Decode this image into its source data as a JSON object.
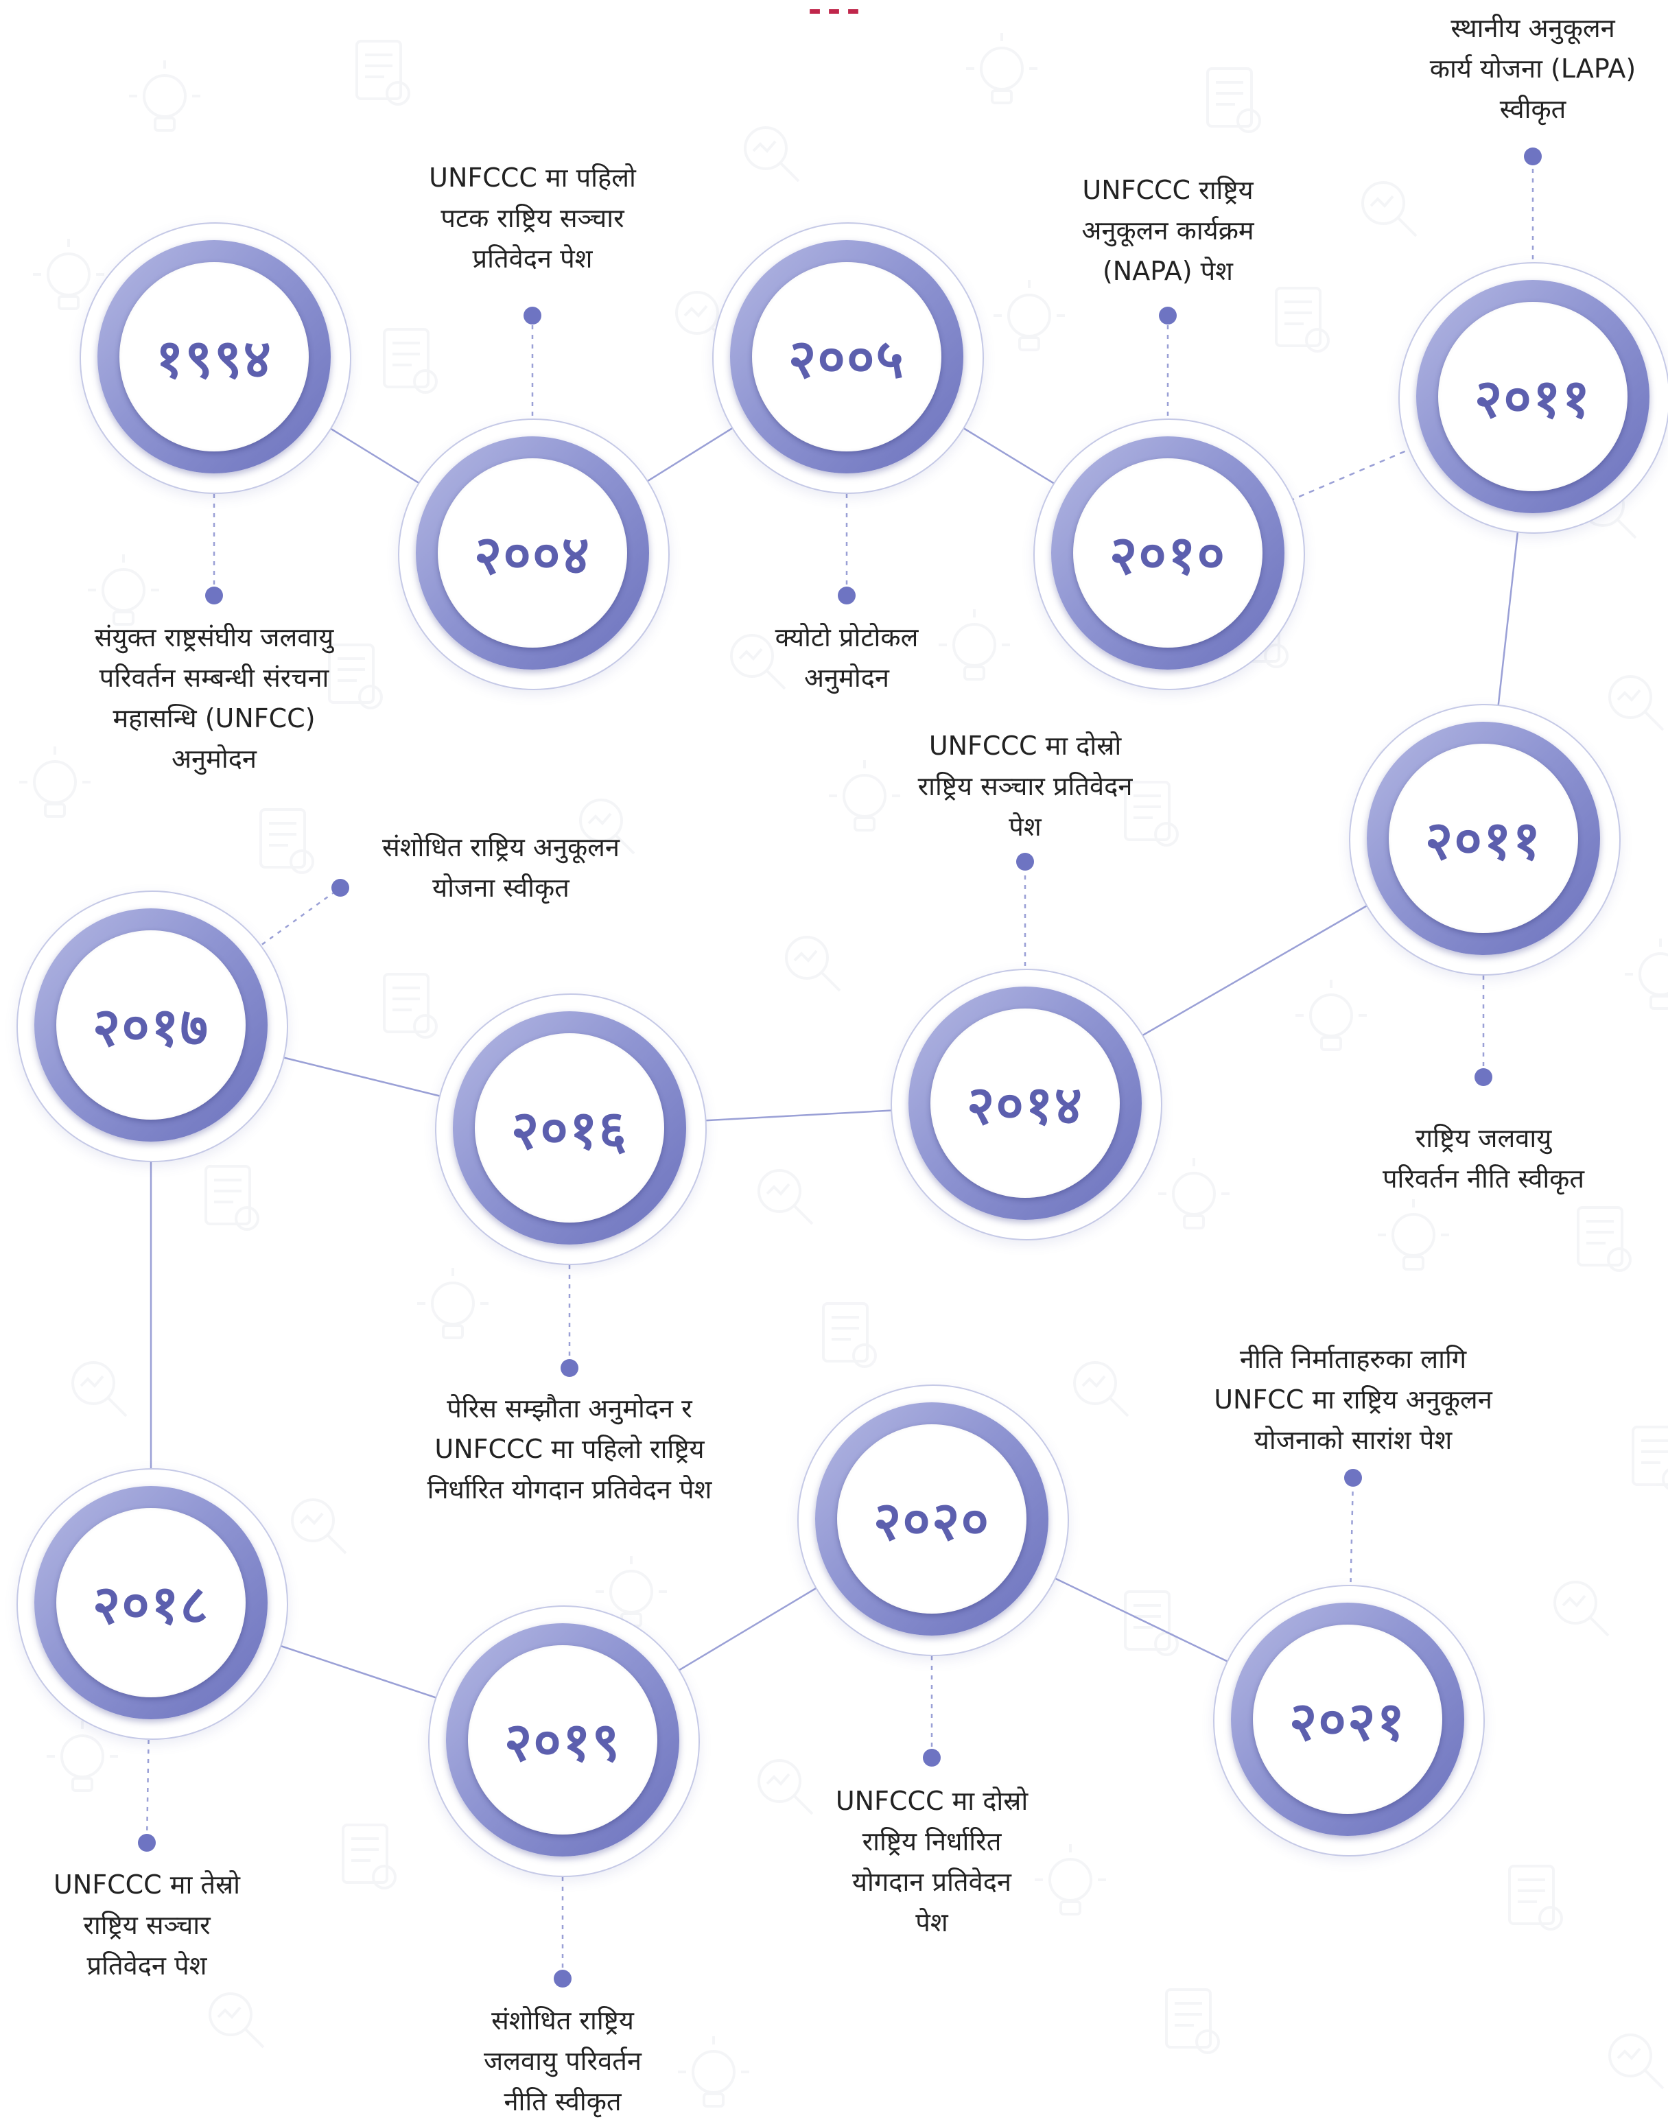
{
  "title": "…",
  "colors": {
    "accent": "#6e74c2",
    "ring": "#8f95d2",
    "year_text": "#5c5fae",
    "title": "#c0264b",
    "connector": "#9aa0d6"
  },
  "milestones": [
    {
      "id": "m1994",
      "year": "१९९४",
      "caption": "संयुक्त राष्ट्रसंघीय जलवायु\nपरिवर्तन सम्बन्धी संरचना\nमहासन्धि (UNFCC)\nअनुमोदन"
    },
    {
      "id": "m2004",
      "year": "२००४",
      "caption": "UNFCCC मा पहिलो\nपटक राष्ट्रिय सञ्चार\nप्रतिवेदन पेश"
    },
    {
      "id": "m2005",
      "year": "२००५",
      "caption": "क्योटो प्रोटोकल\nअनुमोदन"
    },
    {
      "id": "m2010",
      "year": "२०१०",
      "caption": "UNFCCC राष्ट्रिय\nअनुकूलन कार्यक्रम\n(NAPA) पेश"
    },
    {
      "id": "m2011a",
      "year": "२०११",
      "caption": "स्थानीय अनुकूलन\nकार्य योजना (LAPA)\nस्वीकृत"
    },
    {
      "id": "m2011b",
      "year": "२०११",
      "caption": "राष्ट्रिय जलवायु\nपरिवर्तन नीति स्वीकृत"
    },
    {
      "id": "m2014",
      "year": "२०१४",
      "caption": "UNFCCC मा दोस्रो\nराष्ट्रिय सञ्चार प्रतिवेदन\nपेश"
    },
    {
      "id": "m2016",
      "year": "२०१६",
      "caption": "पेरिस सम्झौता अनुमोदन र\nUNFCCC मा पहिलो राष्ट्रिय\nनिर्धारित योगदान प्रतिवेदन पेश"
    },
    {
      "id": "m2017",
      "year": "२०१७",
      "caption": "संशोधित राष्ट्रिय अनुकूलन\nयोजना स्वीकृत"
    },
    {
      "id": "m2018",
      "year": "२०१८",
      "caption": "UNFCCC मा तेस्रो\nराष्ट्रिय सञ्चार\nप्रतिवेदन पेश"
    },
    {
      "id": "m2019",
      "year": "२०१९",
      "caption": "संशोधित राष्ट्रिय\nजलवायु परिवर्तन\nनीति स्वीकृत"
    },
    {
      "id": "m2020",
      "year": "२०२०",
      "caption": "UNFCCC मा दोस्रो\nराष्ट्रिय निर्धारित\nयोगदान प्रतिवेदन\nपेश"
    },
    {
      "id": "m2021",
      "year": "२०२१",
      "caption": "नीति निर्माताहरुका लागि\nUNFCC मा राष्ट्रिय अनुकूलन\nयोजनाको सारांश पेश"
    }
  ]
}
